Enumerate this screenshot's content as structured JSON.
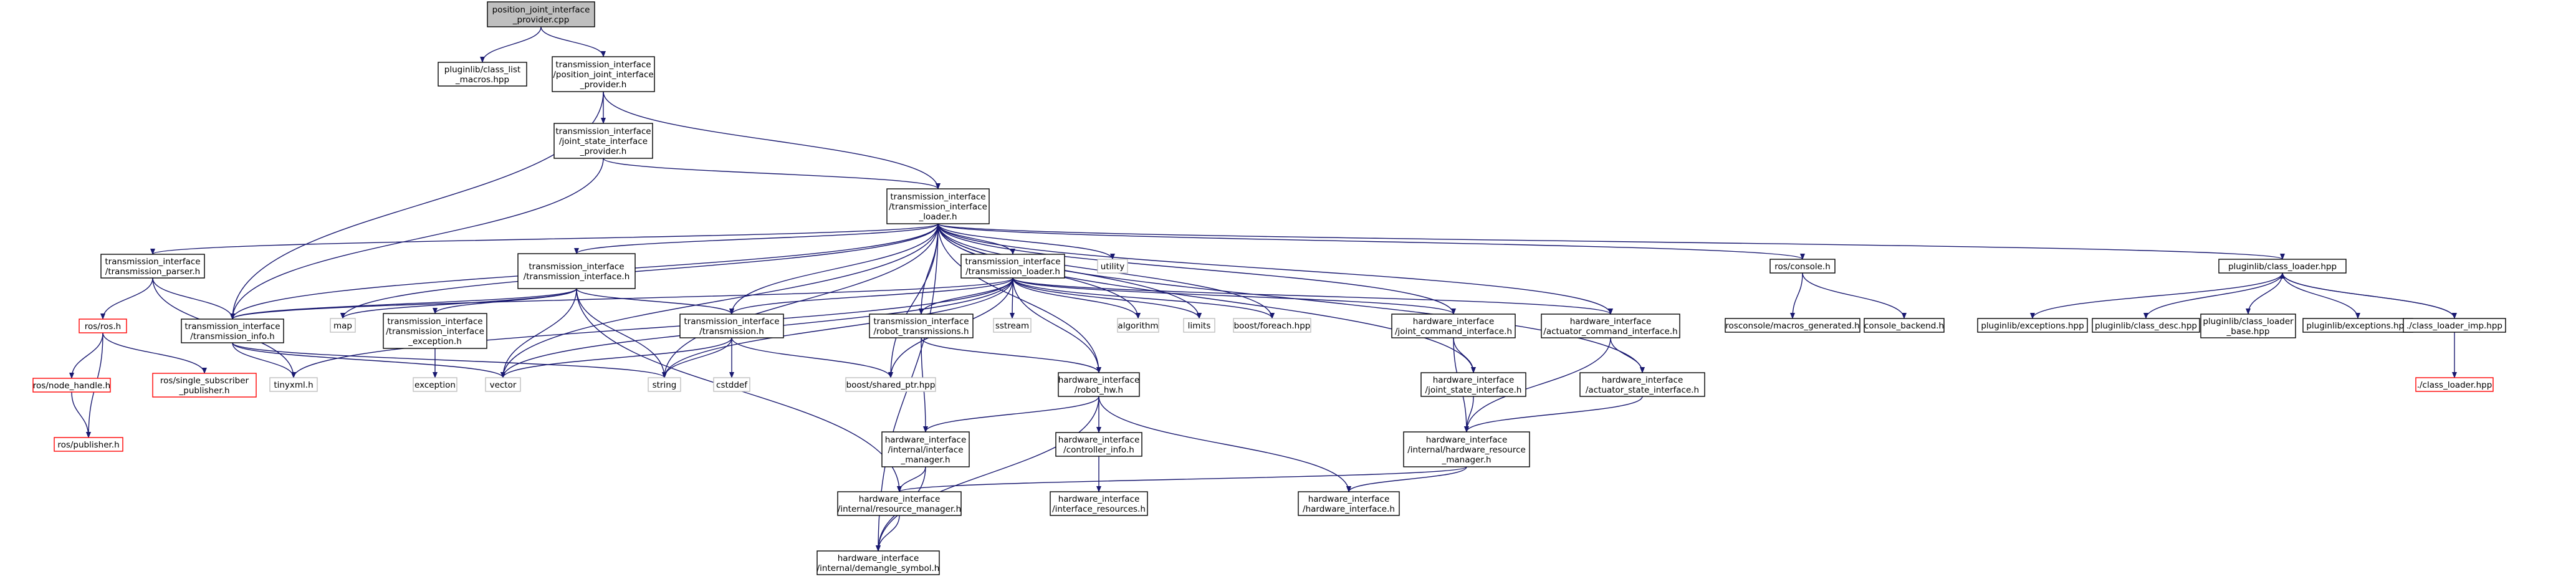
{
  "graph": {
    "title": "",
    "nodes": [
      {
        "id": "root",
        "label": "position_joint_interface\n_provider.cpp",
        "style": "root"
      },
      {
        "id": "pl_macros",
        "label": "pluginlib/class_list\n_macros.hpp",
        "style": "normal"
      },
      {
        "id": "pos_provider_h",
        "label": "transmission_interface\n/position_joint_interface\n_provider.h",
        "style": "normal"
      },
      {
        "id": "joint_state_provider",
        "label": "transmission_interface\n/joint_state_interface\n_provider.h",
        "style": "normal"
      },
      {
        "id": "ti_loader",
        "label": "transmission_interface\n/transmission_interface\n_loader.h",
        "style": "normal"
      },
      {
        "id": "ti_parser",
        "label": "transmission_interface\n/transmission_parser.h",
        "style": "normal"
      },
      {
        "id": "ti_interface",
        "label": "transmission_interface\n/transmission_interface.h",
        "style": "normal"
      },
      {
        "id": "robot_tr_loader",
        "label": "transmission_interface\n/transmission_loader.h",
        "style": "normal"
      },
      {
        "id": "utility",
        "label": "utility",
        "style": "gray"
      },
      {
        "id": "ros_console",
        "label": "ros/console.h",
        "style": "normal"
      },
      {
        "id": "pl_class_loader",
        "label": "pluginlib/class_loader.hpp",
        "style": "normal"
      },
      {
        "id": "ros_ros",
        "label": "ros/ros.h",
        "style": "red"
      },
      {
        "id": "ti_info",
        "label": "transmission_interface\n/transmission_info.h",
        "style": "normal"
      },
      {
        "id": "map",
        "label": "map",
        "style": "gray"
      },
      {
        "id": "ti_exception",
        "label": "transmission_interface\n/transmission_interface\n_exception.h",
        "style": "normal"
      },
      {
        "id": "ti_transmission",
        "label": "transmission_interface\n/transmission.h",
        "style": "normal"
      },
      {
        "id": "robot_transmissions",
        "label": "transmission_interface\n/robot_transmissions.h",
        "style": "normal"
      },
      {
        "id": "sstream",
        "label": "sstream",
        "style": "gray"
      },
      {
        "id": "algorithm",
        "label": "algorithm",
        "style": "gray"
      },
      {
        "id": "limits",
        "label": "limits",
        "style": "gray"
      },
      {
        "id": "boost_foreach",
        "label": "boost/foreach.hpp",
        "style": "gray"
      },
      {
        "id": "hi_joint_cmd",
        "label": "hardware_interface\n/joint_command_interface.h",
        "style": "normal"
      },
      {
        "id": "hi_act_cmd",
        "label": "hardware_interface\n/actuator_command_interface.h",
        "style": "normal"
      },
      {
        "id": "rosconsole_macros",
        "label": "rosconsole/macros_generated.h",
        "style": "normal"
      },
      {
        "id": "console_backend",
        "label": "console_backend.h",
        "style": "normal"
      },
      {
        "id": "pl_exceptions1",
        "label": "pluginlib/exceptions.hpp",
        "style": "normal"
      },
      {
        "id": "pl_class_desc",
        "label": "pluginlib/class_desc.hpp",
        "style": "normal"
      },
      {
        "id": "pl_class_loader_base",
        "label": "pluginlib/class_loader\n_base.hpp",
        "style": "normal"
      },
      {
        "id": "pl_exceptions2",
        "label": "pluginlib/exceptions.hpp",
        "style": "normal"
      },
      {
        "id": "class_loader_imp",
        "label": "./class_loader_imp.hpp",
        "style": "normal"
      },
      {
        "id": "node_handle",
        "label": "ros/node_handle.h",
        "style": "red"
      },
      {
        "id": "single_sub_pub",
        "label": "ros/single_subscriber\n_publisher.h",
        "style": "red"
      },
      {
        "id": "tinyxml",
        "label": "tinyxml.h",
        "style": "gray"
      },
      {
        "id": "exception",
        "label": "exception",
        "style": "gray"
      },
      {
        "id": "vector",
        "label": "vector",
        "style": "gray"
      },
      {
        "id": "string",
        "label": "string",
        "style": "gray"
      },
      {
        "id": "cstddef",
        "label": "cstddef",
        "style": "gray"
      },
      {
        "id": "boost_shared_ptr",
        "label": "boost/shared_ptr.hpp",
        "style": "gray"
      },
      {
        "id": "hi_robot_hw",
        "label": "hardware_interface\n/robot_hw.h",
        "style": "normal"
      },
      {
        "id": "hi_joint_state",
        "label": "hardware_interface\n/joint_state_interface.h",
        "style": "normal"
      },
      {
        "id": "hi_act_state",
        "label": "hardware_interface\n/actuator_state_interface.h",
        "style": "normal"
      },
      {
        "id": "class_loader",
        "label": "./class_loader.hpp",
        "style": "red"
      },
      {
        "id": "ros_publisher",
        "label": "ros/publisher.h",
        "style": "red"
      },
      {
        "id": "hi_iface_manager",
        "label": "hardware_interface\n/internal/interface\n_manager.h",
        "style": "normal"
      },
      {
        "id": "hi_controller_info",
        "label": "hardware_interface\n/controller_info.h",
        "style": "normal"
      },
      {
        "id": "hi_hw_res_manager",
        "label": "hardware_interface\n/internal/hardware_resource\n_manager.h",
        "style": "normal"
      },
      {
        "id": "hi_iface_resources",
        "label": "hardware_interface\n/interface_resources.h",
        "style": "normal"
      },
      {
        "id": "hi_res_manager",
        "label": "hardware_interface\n/internal/resource_manager.h",
        "style": "normal"
      },
      {
        "id": "hi_hw_interface",
        "label": "hardware_interface\n/hardware_interface.h",
        "style": "normal"
      },
      {
        "id": "hi_demangle",
        "label": "hardware_interface\n/internal/demangle_symbol.h",
        "style": "normal"
      }
    ],
    "edges": [
      [
        "root",
        "pl_macros"
      ],
      [
        "root",
        "pos_provider_h"
      ],
      [
        "pos_provider_h",
        "joint_state_provider"
      ],
      [
        "pos_provider_h",
        "ti_loader"
      ],
      [
        "pos_provider_h",
        "ti_info"
      ],
      [
        "joint_state_provider",
        "ti_loader"
      ],
      [
        "joint_state_provider",
        "ti_info"
      ],
      [
        "ti_loader",
        "ti_parser"
      ],
      [
        "ti_loader",
        "ti_interface"
      ],
      [
        "ti_loader",
        "robot_tr_loader"
      ],
      [
        "ti_loader",
        "utility"
      ],
      [
        "ti_loader",
        "ros_console"
      ],
      [
        "ti_loader",
        "pl_class_loader"
      ],
      [
        "ti_loader",
        "ti_info"
      ],
      [
        "ti_loader",
        "map"
      ],
      [
        "ti_loader",
        "ti_transmission"
      ],
      [
        "ti_loader",
        "robot_transmissions"
      ],
      [
        "ti_loader",
        "algorithm"
      ],
      [
        "ti_loader",
        "limits"
      ],
      [
        "ti_loader",
        "boost_foreach"
      ],
      [
        "ti_loader",
        "hi_joint_cmd"
      ],
      [
        "ti_loader",
        "hi_act_cmd"
      ],
      [
        "ti_loader",
        "vector"
      ],
      [
        "ti_loader",
        "string"
      ],
      [
        "ti_loader",
        "boost_shared_ptr"
      ],
      [
        "ti_loader",
        "hi_robot_hw"
      ],
      [
        "ti_loader",
        "hi_joint_state"
      ],
      [
        "ti_loader",
        "hi_act_state"
      ],
      [
        "ti_loader",
        "hi_demangle"
      ],
      [
        "ti_parser",
        "ros_ros"
      ],
      [
        "ti_parser",
        "ti_info"
      ],
      [
        "ti_parser",
        "tinyxml"
      ],
      [
        "ti_interface",
        "map"
      ],
      [
        "ti_interface",
        "ti_info"
      ],
      [
        "ti_interface",
        "ti_exception"
      ],
      [
        "ti_interface",
        "ti_transmission"
      ],
      [
        "ti_interface",
        "vector"
      ],
      [
        "ti_interface",
        "string"
      ],
      [
        "ti_interface",
        "hi_res_manager"
      ],
      [
        "robot_tr_loader",
        "ti_info"
      ],
      [
        "robot_tr_loader",
        "ti_transmission"
      ],
      [
        "robot_tr_loader",
        "robot_transmissions"
      ],
      [
        "robot_tr_loader",
        "sstream"
      ],
      [
        "robot_tr_loader",
        "algorithm"
      ],
      [
        "robot_tr_loader",
        "limits"
      ],
      [
        "robot_tr_loader",
        "boost_foreach"
      ],
      [
        "robot_tr_loader",
        "hi_joint_cmd"
      ],
      [
        "robot_tr_loader",
        "hi_act_cmd"
      ],
      [
        "robot_tr_loader",
        "tinyxml"
      ],
      [
        "robot_tr_loader",
        "vector"
      ],
      [
        "robot_tr_loader",
        "string"
      ],
      [
        "robot_tr_loader",
        "boost_shared_ptr"
      ],
      [
        "robot_tr_loader",
        "hi_robot_hw"
      ],
      [
        "ros_console",
        "rosconsole_macros"
      ],
      [
        "ros_console",
        "console_backend"
      ],
      [
        "pl_class_loader",
        "pl_exceptions1"
      ],
      [
        "pl_class_loader",
        "pl_class_desc"
      ],
      [
        "pl_class_loader",
        "pl_class_loader_base"
      ],
      [
        "pl_class_loader",
        "pl_exceptions2"
      ],
      [
        "pl_class_loader",
        "class_loader_imp"
      ],
      [
        "class_loader_imp",
        "pl_class_loader"
      ],
      [
        "class_loader_imp",
        "class_loader"
      ],
      [
        "ros_ros",
        "node_handle"
      ],
      [
        "ros_ros",
        "single_sub_pub"
      ],
      [
        "ros_ros",
        "ros_publisher"
      ],
      [
        "node_handle",
        "ros_publisher"
      ],
      [
        "ti_info",
        "tinyxml"
      ],
      [
        "ti_info",
        "vector"
      ],
      [
        "ti_info",
        "string"
      ],
      [
        "ti_exception",
        "exception"
      ],
      [
        "ti_transmission",
        "vector"
      ],
      [
        "ti_transmission",
        "string"
      ],
      [
        "ti_transmission",
        "cstddef"
      ],
      [
        "ti_transmission",
        "boost_shared_ptr"
      ],
      [
        "robot_transmissions",
        "hi_robot_hw"
      ],
      [
        "robot_transmissions",
        "hi_iface_manager"
      ],
      [
        "hi_joint_cmd",
        "hi_joint_state"
      ],
      [
        "hi_joint_cmd",
        "hi_hw_res_manager"
      ],
      [
        "hi_act_cmd",
        "hi_act_state"
      ],
      [
        "hi_act_cmd",
        "hi_hw_res_manager"
      ],
      [
        "hi_joint_state",
        "hi_hw_res_manager"
      ],
      [
        "hi_act_state",
        "hi_hw_res_manager"
      ],
      [
        "hi_robot_hw",
        "hi_iface_manager"
      ],
      [
        "hi_robot_hw",
        "hi_controller_info"
      ],
      [
        "hi_robot_hw",
        "hi_hw_interface"
      ],
      [
        "hi_robot_hw",
        "hi_demangle"
      ],
      [
        "hi_iface_manager",
        "hi_res_manager"
      ],
      [
        "hi_iface_manager",
        "hi_demangle"
      ],
      [
        "hi_controller_info",
        "hi_iface_resources"
      ],
      [
        "hi_hw_res_manager",
        "hi_res_manager"
      ],
      [
        "hi_hw_res_manager",
        "hi_hw_interface"
      ],
      [
        "hi_res_manager",
        "hi_demangle"
      ]
    ]
  }
}
